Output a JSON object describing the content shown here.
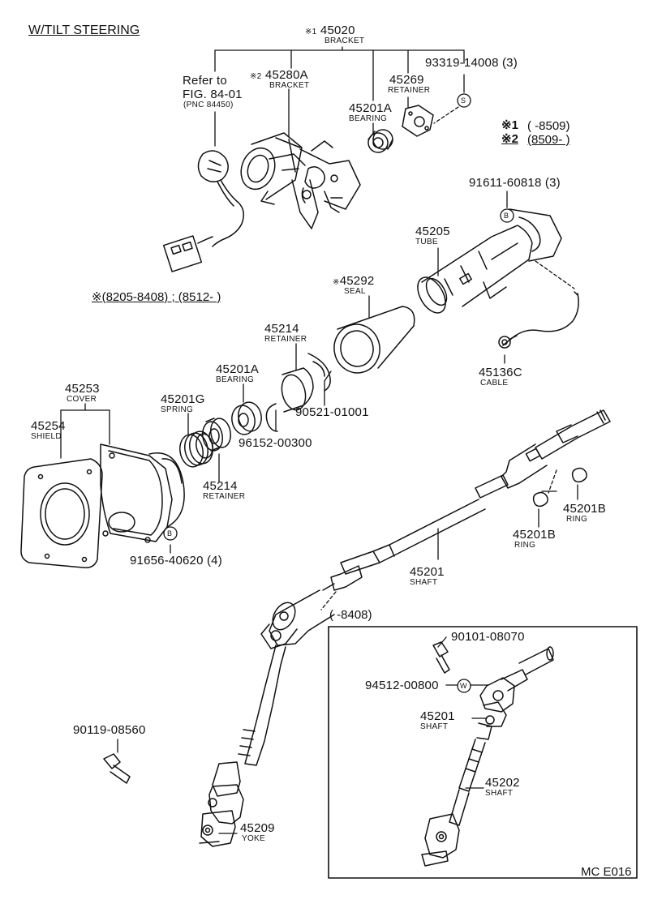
{
  "header": "W/TILT STEERING",
  "ref": {
    "line1": "Refer to",
    "line2": "FIG. 84-01",
    "line3": "(PNC 84450)"
  },
  "parts": {
    "p45020": {
      "mark": "※1",
      "num": "45020",
      "name": "BRACKET"
    },
    "p45280A": {
      "mark": "※2",
      "num": "45280A",
      "name": "BRACKET"
    },
    "p93319": {
      "num": "93319-14008 (3)"
    },
    "p45269": {
      "num": "45269",
      "name": "RETAINER"
    },
    "p45201A_top": {
      "num": "45201A",
      "name": "BEARING"
    },
    "p91611": {
      "num": "91611-60818 (3)"
    },
    "p45205": {
      "num": "45205",
      "name": "TUBE"
    },
    "p45292": {
      "mark": "※",
      "num": "45292",
      "name": "SEAL"
    },
    "p45214_top": {
      "num": "45214",
      "name": "RETAINER"
    },
    "p45201A_mid": {
      "num": "45201A",
      "name": "BEARING"
    },
    "p90521": {
      "num": "90521-01001"
    },
    "p45136C": {
      "num": "45136C",
      "name": "CABLE"
    },
    "p45253": {
      "num": "45253",
      "name": "COVER"
    },
    "p45254": {
      "num": "45254",
      "name": "SHIELD"
    },
    "p45201G": {
      "num": "45201G",
      "name": "SPRING"
    },
    "p96152": {
      "num": "96152-00300"
    },
    "p45214_low": {
      "num": "45214",
      "name": "RETAINER"
    },
    "p91656": {
      "num": "91656-40620 (4)"
    },
    "p45201B_a": {
      "num": "45201B",
      "name": "RING"
    },
    "p45201B_b": {
      "num": "45201B",
      "name": "RING"
    },
    "p45201": {
      "num": "45201",
      "name": "SHAFT"
    },
    "p90119": {
      "num": "90119-08560"
    },
    "p45209": {
      "num": "45209",
      "name": "YOKE"
    },
    "p90101": {
      "num": "90101-08070"
    },
    "p94512": {
      "num": "94512-00800"
    },
    "p45201_inset": {
      "num": "45201",
      "name": "SHAFT"
    },
    "p45202": {
      "num": "45202",
      "name": "SHAFT"
    }
  },
  "notes": {
    "n1_mark": "※1",
    "n1_text": "(        -8509)",
    "n2_mark": "※2",
    "n2_text": "(8509-        )",
    "seal_range": "※(8205-8408) ; (8512-        )",
    "inset_range": "(        -8408)"
  },
  "symbols": {
    "s": "S",
    "b": "B",
    "w": "W"
  },
  "footer": "MC E016"
}
